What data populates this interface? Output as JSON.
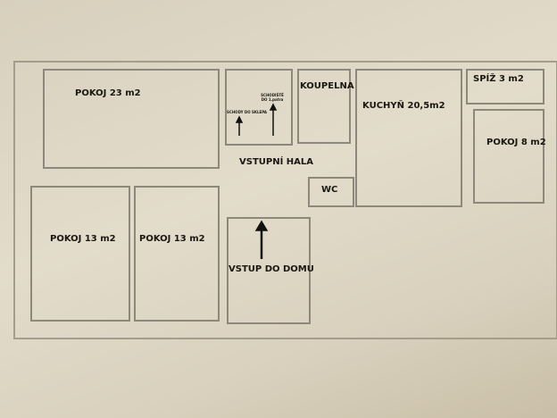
{
  "rooms": {
    "pokoj_big": "POKOJ 23 m2",
    "stairs_cellar": "SCHODY DO SKLEPA",
    "stairs_upper": "SCHODIŠTĚ DO 1.patra",
    "bathroom": "KOUPELNA",
    "kitchen": "KUCHYŇ 20,5m2",
    "pantry": "SPÍŽ 3 m2",
    "pokoj_small": "POKOJ 8 m2",
    "hall": "VSTUPNÍ HALA",
    "wc": "WC",
    "pokoj_left": "POKOJ 13 m2",
    "pokoj_mid": "POKOJ 13 m2",
    "entrance": "VSTUP DO DOMU"
  }
}
